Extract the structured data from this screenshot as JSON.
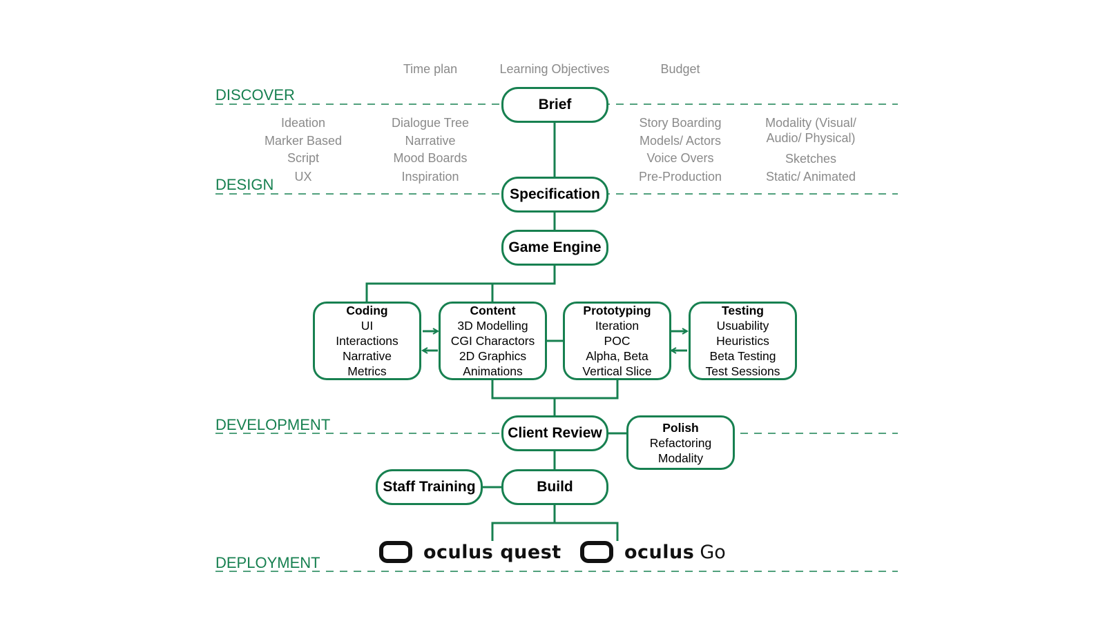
{
  "stages": {
    "discover": "DISCOVER",
    "design": "DESIGN",
    "development": "DEVELOPMENT",
    "deployment": "DEPLOYMENT"
  },
  "brief_notes": {
    "time_plan": "Time plan",
    "learning_objectives": "Learning Objectives",
    "budget": "Budget"
  },
  "design_notes": {
    "col1": [
      "Ideation",
      "Marker Based",
      "Script",
      "UX"
    ],
    "col2": [
      "Dialogue Tree",
      "Narrative",
      "Mood Boards",
      "Inspiration"
    ],
    "col3": [
      "Story Boarding",
      "Models/ Actors",
      "Voice Overs",
      "Pre-Production"
    ],
    "col4_top": [
      "Modality (Visual/",
      "Audio/ Physical)"
    ],
    "col4_bottom": [
      "Sketches",
      "Static/ Animated"
    ]
  },
  "nodes": {
    "brief": "Brief",
    "specification": "Specification",
    "game_engine": "Game Engine",
    "client_review": "Client Review",
    "build": "Build",
    "staff_training": "Staff Training"
  },
  "cards": {
    "coding": {
      "title": "Coding",
      "items": [
        "UI",
        "Interactions",
        "Narrative",
        "Metrics"
      ]
    },
    "content": {
      "title": "Content",
      "items": [
        "3D Modelling",
        "CGI Charactors",
        "2D Graphics",
        "Animations"
      ]
    },
    "prototyping": {
      "title": "Prototyping",
      "items": [
        "Iteration",
        "POC",
        "Alpha, Beta",
        "Vertical Slice"
      ]
    },
    "testing": {
      "title": "Testing",
      "items": [
        "Usuability",
        "Heuristics",
        "Beta Testing",
        "Test Sessions"
      ]
    },
    "polish": {
      "title": "Polish",
      "items": [
        "Refactoring",
        "Modality"
      ]
    }
  },
  "platforms": {
    "quest_brand": "oculus",
    "quest_model": "quest",
    "go_brand": "oculus",
    "go_model": "Go"
  },
  "colors": {
    "accent": "#178050",
    "note_text": "#8a8a8a",
    "box_text": "#000000",
    "logo": "#111111"
  }
}
